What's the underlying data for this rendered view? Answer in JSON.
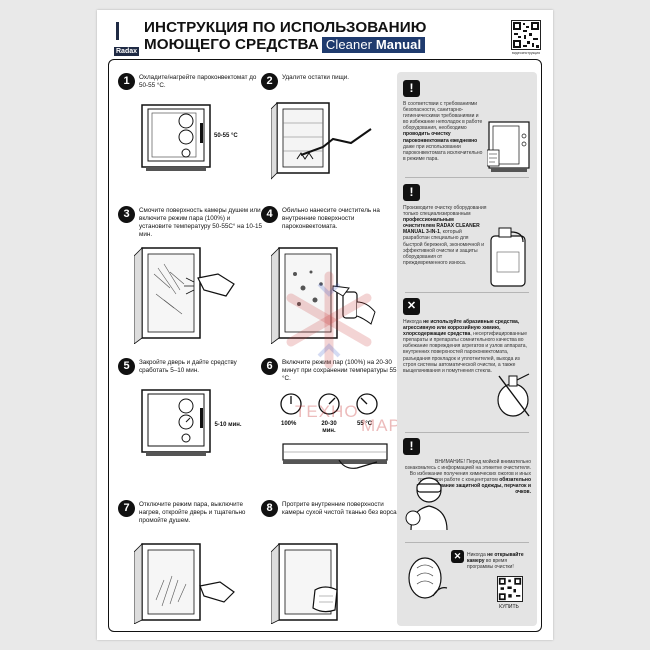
{
  "brand": "Radax",
  "title": {
    "line1": "ИНСТРУКЦИЯ ПО ИСПОЛЬЗОВАНИЮ",
    "line2": "МОЮЩЕГО СРЕДСТВА",
    "product_regular": "Cleaner",
    "product_bold": "Manual"
  },
  "qr_top_caption": "видеоинструкция",
  "steps": [
    {
      "num": "1",
      "text": "Охладите/нагрейте пароконвектомат до 50-55 °С.",
      "callouts": [
        "50-55 °С"
      ]
    },
    {
      "num": "2",
      "text": "Удалите остатки пищи.",
      "callouts": []
    },
    {
      "num": "3",
      "text": "Смочите поверхность камеры душем или включите режим пара (100%) и установите температуру 50-55С° на 10-15 мин.",
      "callouts": []
    },
    {
      "num": "4",
      "text": "Обильно нанесите очиститель на внутренние поверхности пароконвектомата.",
      "callouts": []
    },
    {
      "num": "5",
      "text": "Закройте дверь и дайте средству сработать 5–10 мин.",
      "callouts": [
        "5-10 мин."
      ]
    },
    {
      "num": "6",
      "text": "Включите режим пар (100%) на 20-30 минут при сохранении температуры 55 °С.",
      "callouts": [
        "100%",
        "20-30 мин.",
        "55 °С"
      ]
    },
    {
      "num": "7",
      "text": "Отключите режим пара, выключите нагрев, откройте дверь и тщательно промойте душем.",
      "callouts": []
    },
    {
      "num": "8",
      "text": "Протрите внутренние поверхности камеры сухой чистой тканью без ворса.",
      "callouts": []
    }
  ],
  "sidebar": {
    "block1": {
      "lead": "В соответствии с требованиями безопасности, санитарно-гигиеническими требованиями и во избежание неполадок в работе оборудования, необходимо ",
      "bold": "проводить очистку пароконвектомата ежедневно",
      "tail": " даже при использовании пароконвектомата исключительно в режиме пара."
    },
    "block2": {
      "lead": "Производите очистку оборудования только специализированным ",
      "bold": "профессиональным очистителем RADAX CLEANER MANUAL 3-IN-1",
      "tail": ", который разработан специально для быстрой бережной, экономичной и эффективной очистки и защиты оборудования от преждевременного износа."
    },
    "block3": {
      "lead": "Никогда ",
      "bold": "не используйте абразивные средства, агрессивную или коррозийную химию, хлорсодержащие средства",
      "tail": ", несертифицированные препараты и препараты сомнительного качества во избежание повреждения агрегатов и узлов аппарата, внутренних поверхностей пароконвектомата, разъедания прокладок и уплотнителей, выхода из строя системы автоматической очистки, а также выщелачивания и помутнения стекла."
    },
    "block4": {
      "lead": "ВНИМАНИЕ! Перед мойкой внимательно ознакомьтесь с информацией на этикетке очистителя. Во избежание получения химических ожогов и иных травм, при работе с концентратом ",
      "bold": "обязательно использование защитной одежды, перчаток и очков."
    },
    "block5": {
      "lead": "Никогда ",
      "bold": "не открывайте камеру",
      "tail": " во время программы очистки!"
    },
    "buy": "КУПИТЬ"
  }
}
